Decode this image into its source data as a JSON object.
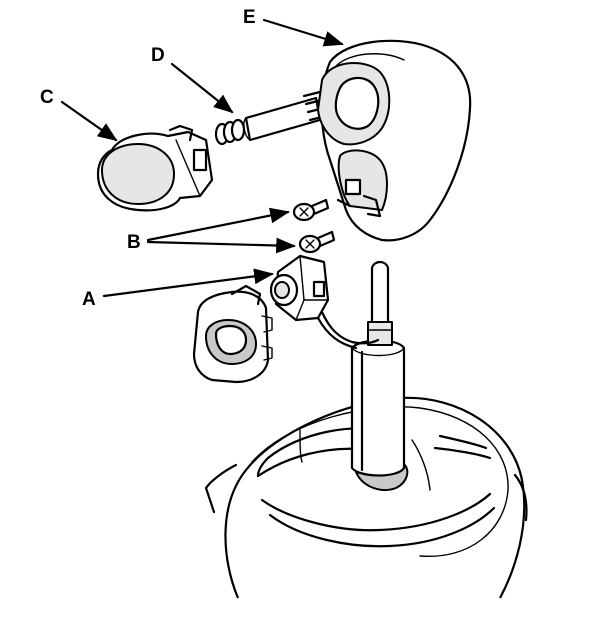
{
  "labels": {
    "a": "A",
    "b": "B",
    "c": "C",
    "d": "D",
    "e": "E"
  },
  "colors": {
    "line": "#000000",
    "background": "#ffffff",
    "shade": "#e6e6e6"
  }
}
